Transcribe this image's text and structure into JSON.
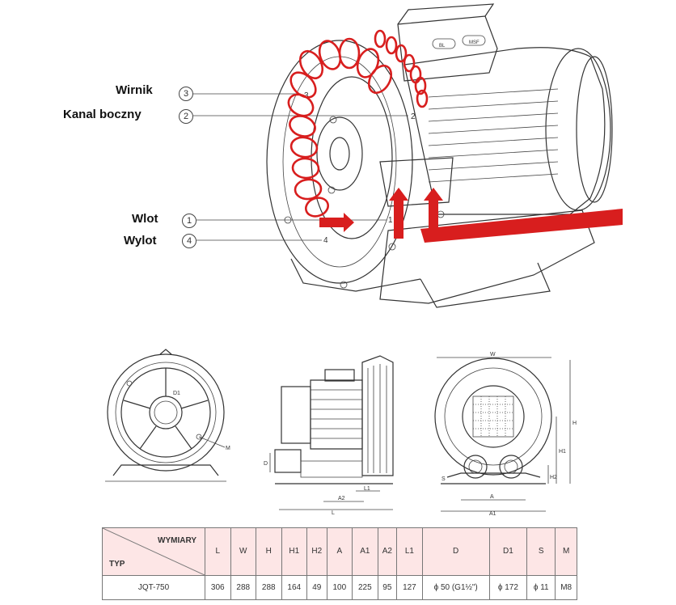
{
  "callouts": [
    {
      "num": "3",
      "label": "Wirnik"
    },
    {
      "num": "2",
      "label": "Kanal boczny"
    },
    {
      "num": "1",
      "label": "Wlot"
    },
    {
      "num": "4",
      "label": "Wylot"
    }
  ],
  "part_numbers": [
    "3",
    "2",
    "1",
    "4"
  ],
  "dimension_labels": {
    "front": [
      "D1",
      "M"
    ],
    "side": [
      "D",
      "A2",
      "L1",
      "L"
    ],
    "rear": [
      "W",
      "H",
      "H1",
      "H2",
      "S",
      "A",
      "A1"
    ]
  },
  "plate_labels": [
    "BL",
    "MSF"
  ],
  "colors": {
    "flow_arrow": "#d81e1e",
    "table_header_bg": "#fde6e6"
  },
  "table": {
    "header_top": "WYMIARY",
    "header_bottom": "TYP",
    "columns": [
      "L",
      "W",
      "H",
      "H1",
      "H2",
      "A",
      "A1",
      "A2",
      "L1",
      "D",
      "D1",
      "S",
      "M"
    ],
    "rows": [
      {
        "typ": "JQT-750",
        "values": [
          "306",
          "288",
          "288",
          "164",
          "49",
          "100",
          "225",
          "95",
          "127",
          "ϕ 50 (G1½\")",
          "ϕ 172",
          "ϕ 11",
          "M8"
        ]
      }
    ]
  }
}
